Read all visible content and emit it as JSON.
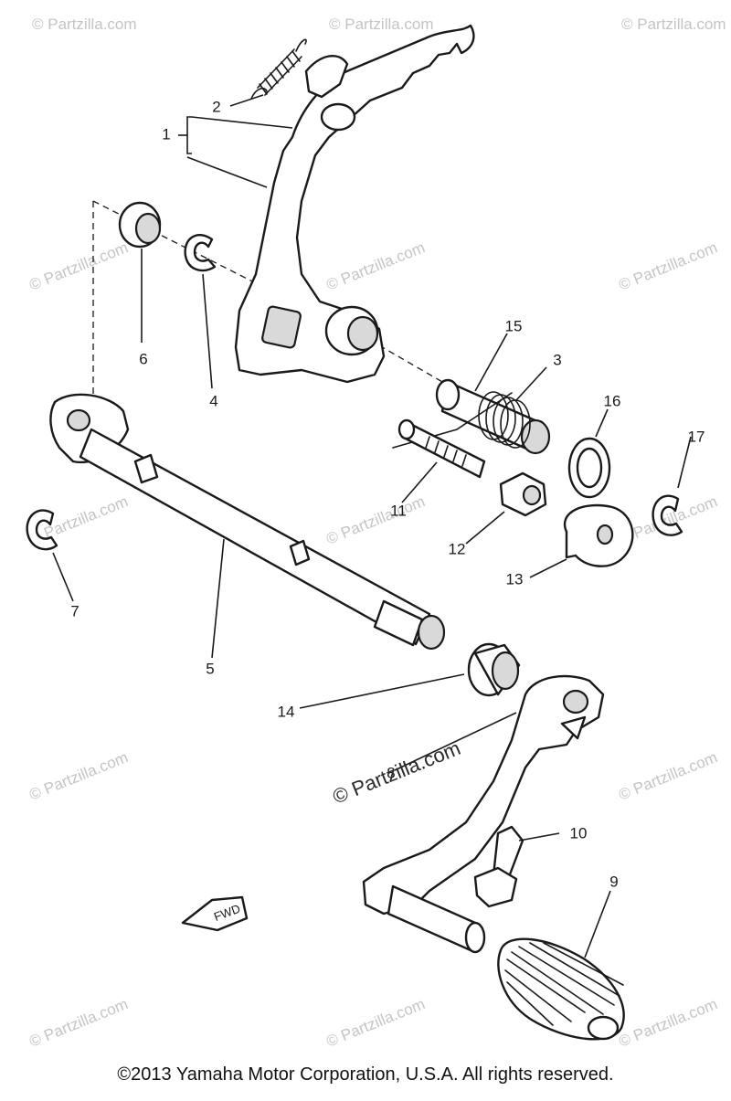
{
  "callouts": {
    "c1": "1",
    "c2": "2",
    "c3": "3",
    "c4": "4",
    "c5": "5",
    "c6": "6",
    "c7": "7",
    "c8": "8",
    "c9": "9",
    "c10": "10",
    "c11": "11",
    "c12": "12",
    "c13": "13",
    "c14": "14",
    "c15": "15",
    "c16": "16",
    "c17": "17"
  },
  "fwd_label": "FWD",
  "watermark_text": "© Partzilla.com",
  "center_watermark": "© Partzilla.com",
  "copyright": "©2013 Yamaha Motor Corporation, U.S.A. All rights reserved."
}
